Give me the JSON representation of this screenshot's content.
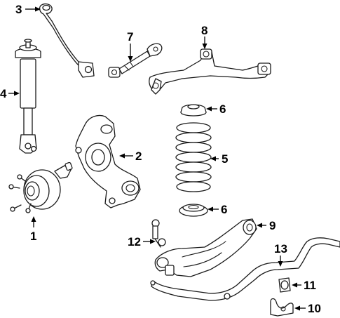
{
  "callouts": [
    {
      "id": "c1",
      "number": "1"
    },
    {
      "id": "c2",
      "number": "2"
    },
    {
      "id": "c3",
      "number": "3"
    },
    {
      "id": "c4",
      "number": "4"
    },
    {
      "id": "c5",
      "number": "5"
    },
    {
      "id": "c6a",
      "number": "6"
    },
    {
      "id": "c6b",
      "number": "6"
    },
    {
      "id": "c7",
      "number": "7"
    },
    {
      "id": "c8",
      "number": "8"
    },
    {
      "id": "c9",
      "number": "9"
    },
    {
      "id": "c10",
      "number": "10"
    },
    {
      "id": "c11",
      "number": "11"
    },
    {
      "id": "c12",
      "number": "12"
    },
    {
      "id": "c13",
      "number": "13"
    }
  ]
}
